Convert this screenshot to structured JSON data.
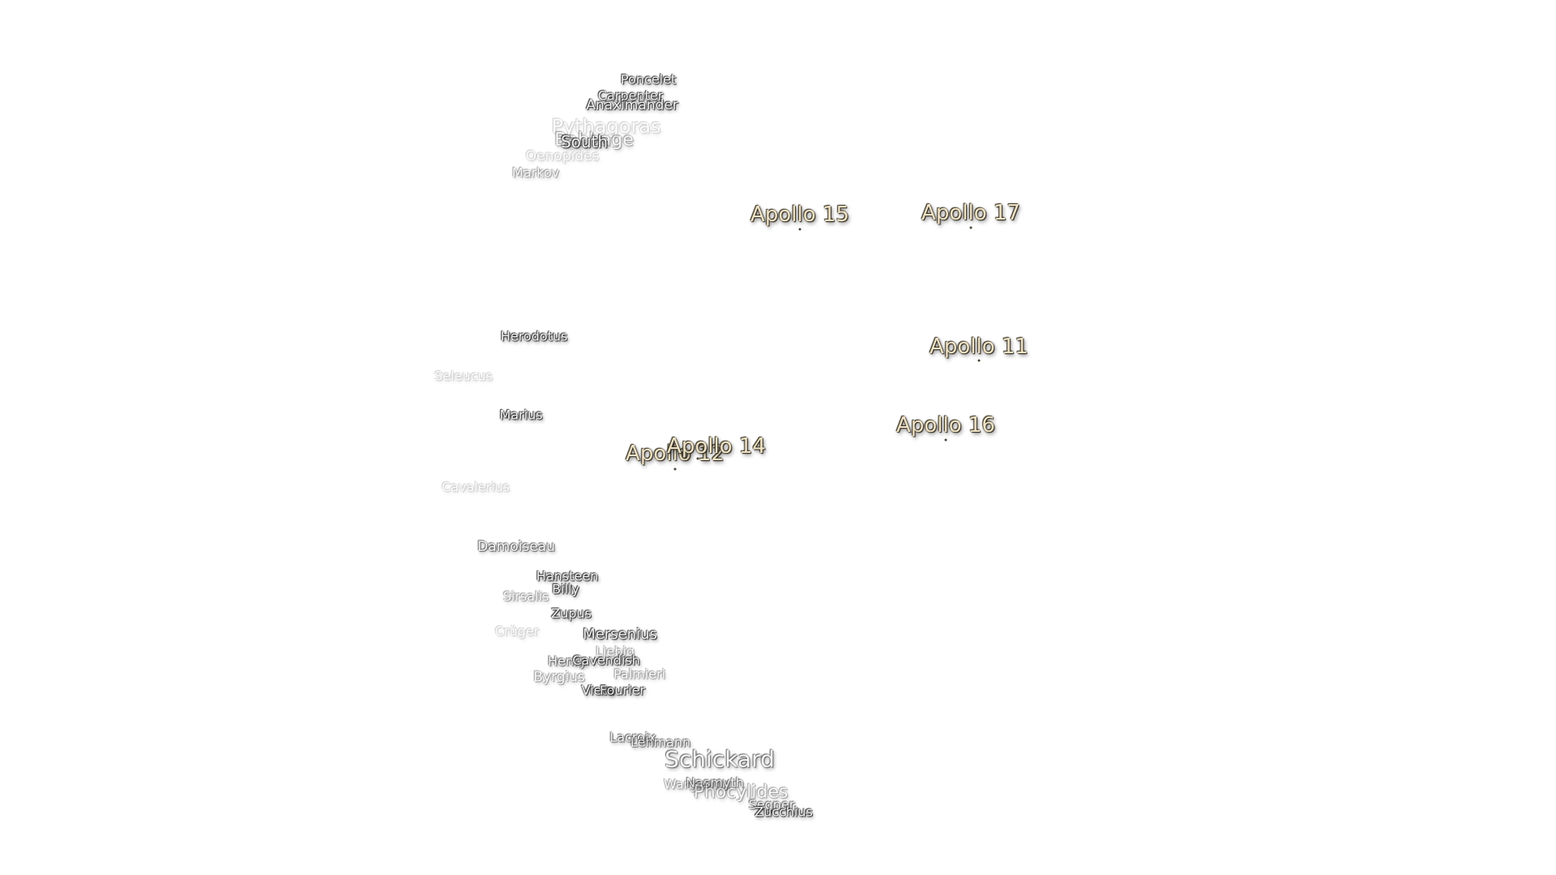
{
  "craters": [
    {
      "name": "Poncelet"
    },
    {
      "name": "Carpenter"
    },
    {
      "name": "Anaximander"
    },
    {
      "name": "Pythagoras"
    },
    {
      "name": "Babbage"
    },
    {
      "name": "South"
    },
    {
      "name": "Oenopides"
    },
    {
      "name": "Markov"
    },
    {
      "name": "Herodotus"
    },
    {
      "name": "Seleucus"
    },
    {
      "name": "Marius"
    },
    {
      "name": "Cavalerius"
    },
    {
      "name": "Damoiseau"
    },
    {
      "name": "Hansteen"
    },
    {
      "name": "Billy"
    },
    {
      "name": "Sirsalis"
    },
    {
      "name": "Zupus"
    },
    {
      "name": "Crüger"
    },
    {
      "name": "Mersenius"
    },
    {
      "name": "Liebig"
    },
    {
      "name": "Henry"
    },
    {
      "name": "Cavendish"
    },
    {
      "name": "Palmieri"
    },
    {
      "name": "Byrgius"
    },
    {
      "name": "Vieta"
    },
    {
      "name": "Fourier"
    },
    {
      "name": "Lacroix"
    },
    {
      "name": "Lehmann"
    },
    {
      "name": "Schickard"
    },
    {
      "name": "Wargentin"
    },
    {
      "name": "Nasmyth"
    },
    {
      "name": "Phocylides"
    },
    {
      "name": "Segner"
    },
    {
      "name": "Zucchius"
    }
  ],
  "landing_sites": [
    {
      "name": "Apollo 15"
    },
    {
      "name": "Apollo 17"
    },
    {
      "name": "Apollo 11"
    },
    {
      "name": "Apollo 16"
    },
    {
      "name": "Apollo 14"
    },
    {
      "name": "Apollo 12"
    }
  ],
  "colors": {
    "background": "#ffffff",
    "crater_label": "#f4f4f4",
    "apollo_label": "#efe3c6"
  }
}
